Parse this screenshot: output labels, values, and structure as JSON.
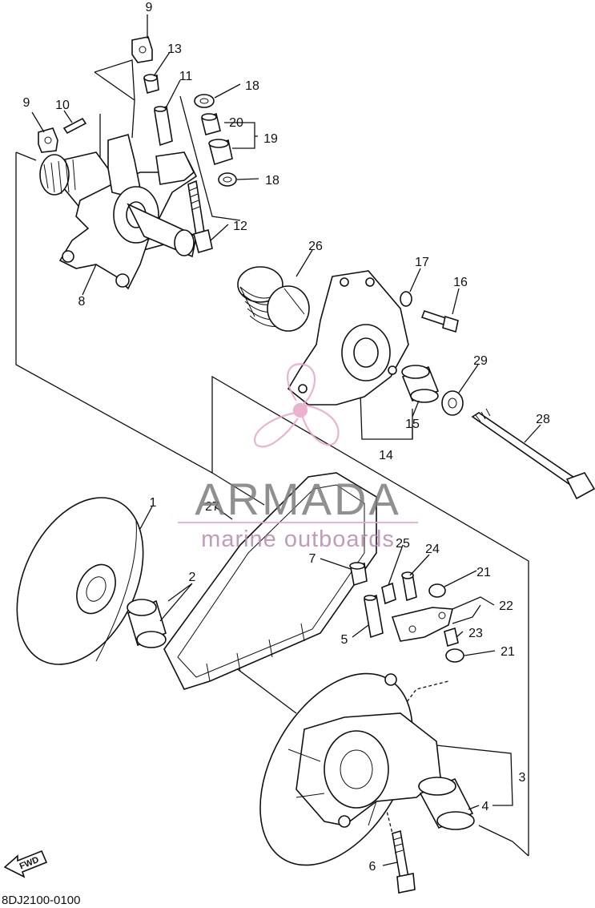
{
  "diagram": {
    "part_code": "8DJ2100-0100",
    "fwd_label": "FWD",
    "callouts": [
      {
        "id": "c1",
        "text": "1"
      },
      {
        "id": "c2",
        "text": "2"
      },
      {
        "id": "c3",
        "text": "3"
      },
      {
        "id": "c4",
        "text": "4"
      },
      {
        "id": "c5",
        "text": "5"
      },
      {
        "id": "c6",
        "text": "6"
      },
      {
        "id": "c7",
        "text": "7"
      },
      {
        "id": "c8",
        "text": "8"
      },
      {
        "id": "c9a",
        "text": "9"
      },
      {
        "id": "c9b",
        "text": "9"
      },
      {
        "id": "c10",
        "text": "10"
      },
      {
        "id": "c11",
        "text": "11"
      },
      {
        "id": "c12",
        "text": "12"
      },
      {
        "id": "c13",
        "text": "13"
      },
      {
        "id": "c14",
        "text": "14"
      },
      {
        "id": "c15",
        "text": "15"
      },
      {
        "id": "c16",
        "text": "16"
      },
      {
        "id": "c17",
        "text": "17"
      },
      {
        "id": "c18a",
        "text": "18"
      },
      {
        "id": "c18b",
        "text": "18"
      },
      {
        "id": "c19",
        "text": "19"
      },
      {
        "id": "c20",
        "text": "20"
      },
      {
        "id": "c21a",
        "text": "21"
      },
      {
        "id": "c21b",
        "text": "21"
      },
      {
        "id": "c22",
        "text": "22"
      },
      {
        "id": "c23",
        "text": "23"
      },
      {
        "id": "c24",
        "text": "24"
      },
      {
        "id": "c25",
        "text": "25"
      },
      {
        "id": "c26",
        "text": "26"
      },
      {
        "id": "c27",
        "text": "27"
      },
      {
        "id": "c28",
        "text": "28"
      },
      {
        "id": "c29",
        "text": "29"
      }
    ]
  },
  "watermark": {
    "title": "ARMADA",
    "subtitle": "marine outboards",
    "accent_color": "#e8a6c8",
    "text_color": "#7d7d7d"
  }
}
